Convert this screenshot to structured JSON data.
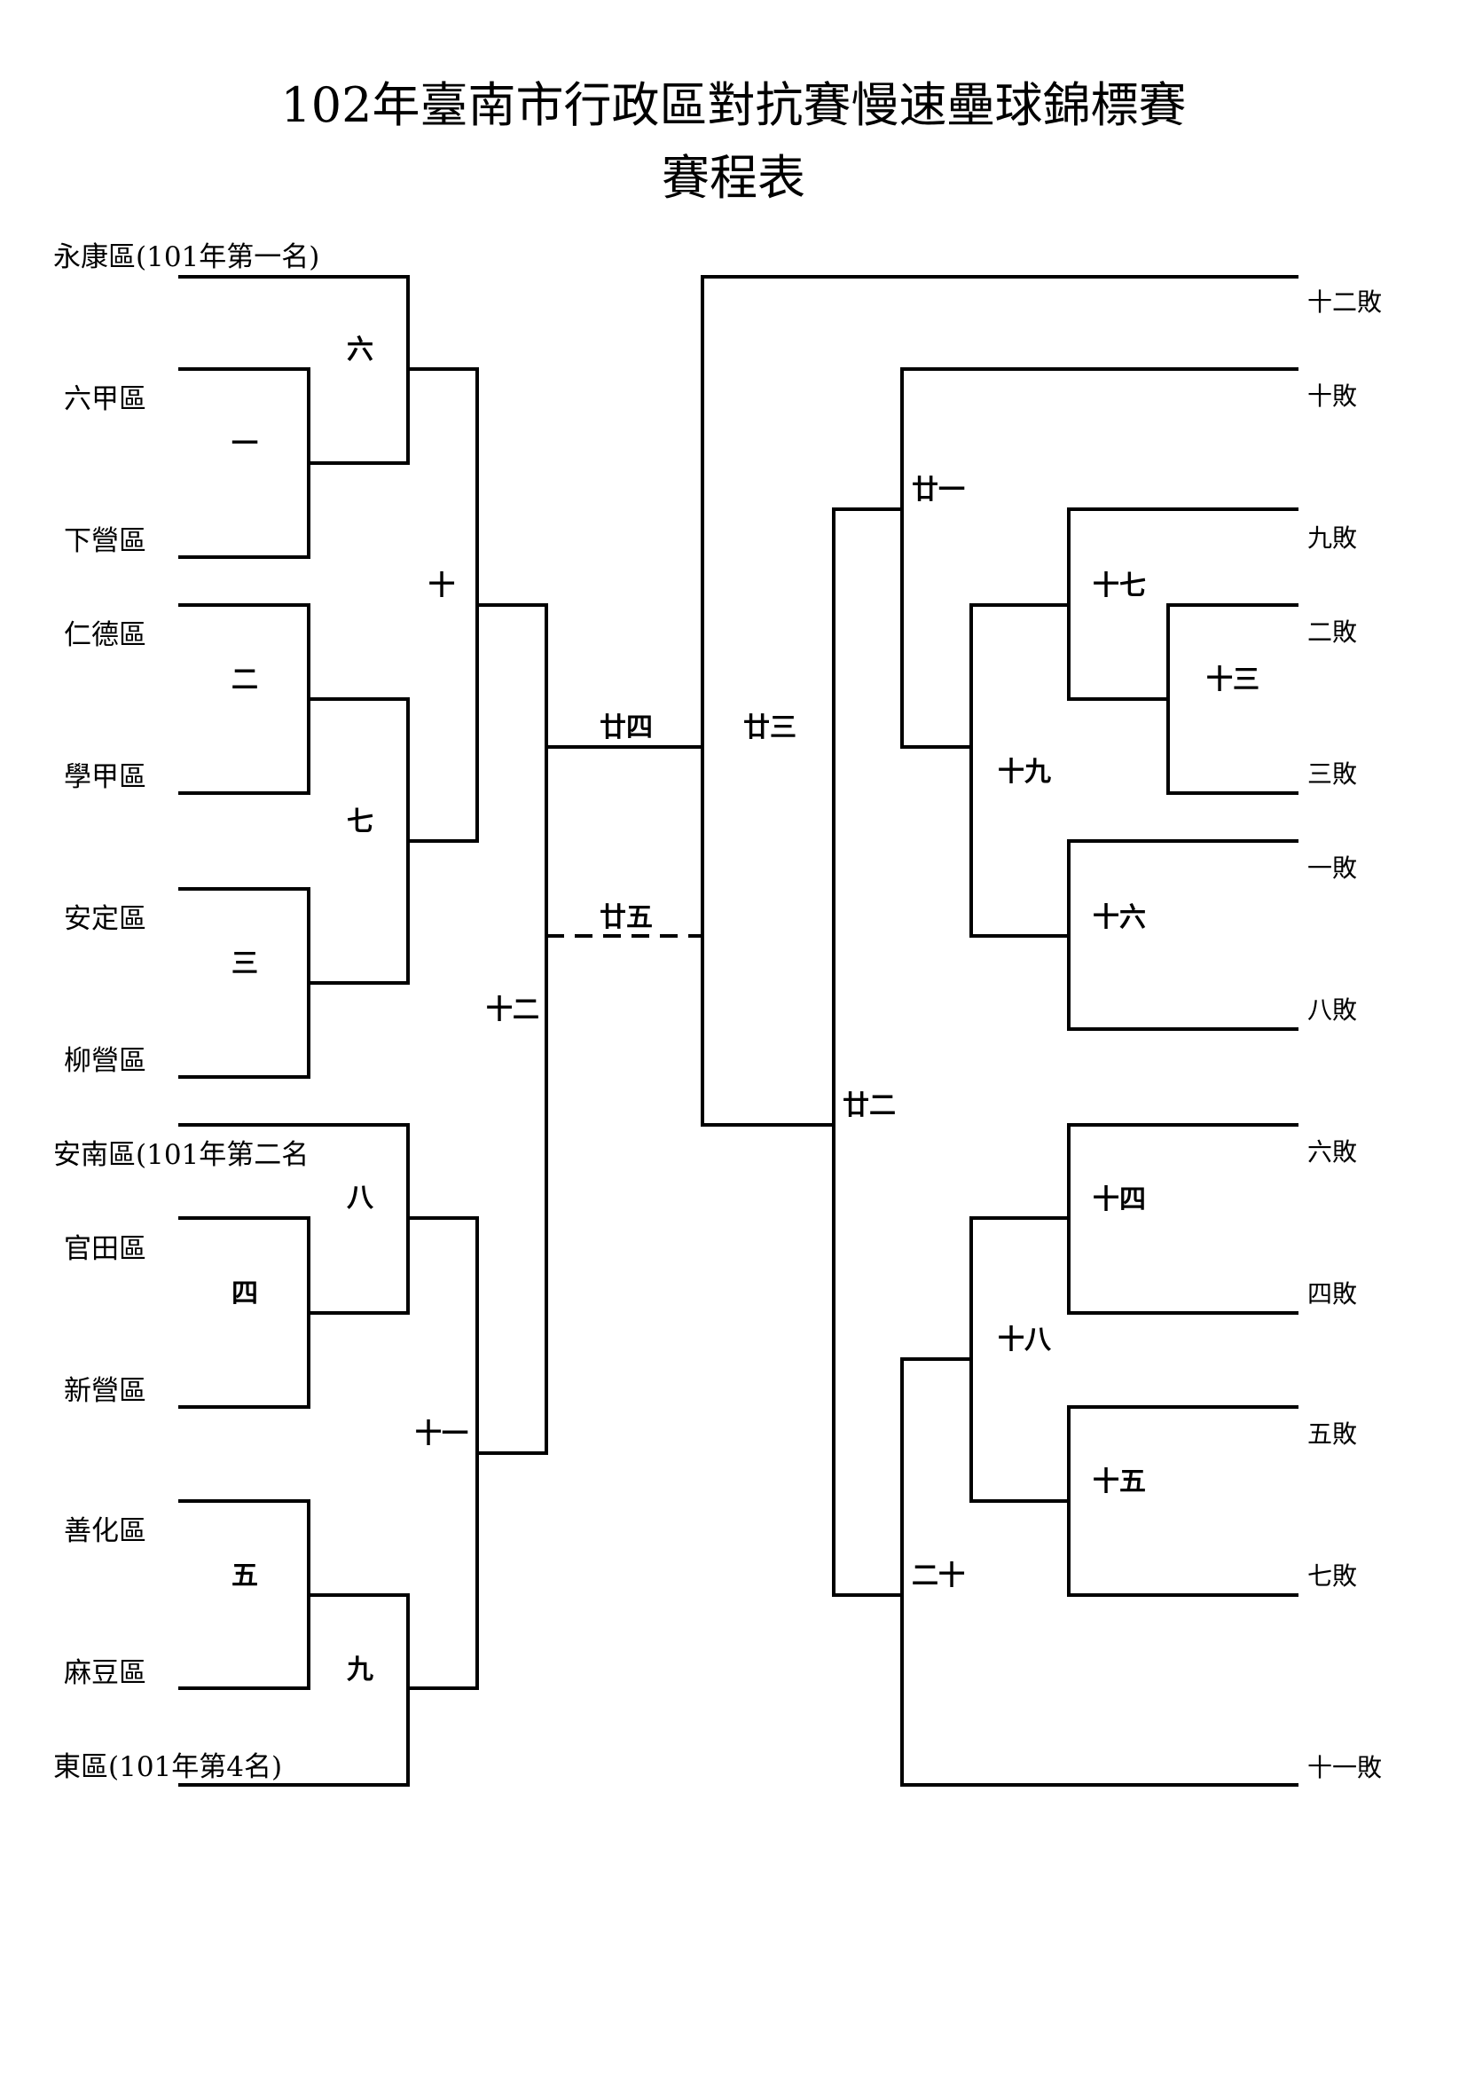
{
  "title": {
    "line1": "102年臺南市行政區對抗賽慢速壘球錦標賽",
    "line2": "賽程表"
  },
  "teams": [
    "永康區(101年第一名)",
    "六甲區",
    "下營區",
    "仁德區",
    "學甲區",
    "安定區",
    "柳營區",
    "安南區(101年第二名",
    "官田區",
    "新營區",
    "善化區",
    "麻豆區",
    "東區(101年第4名)"
  ],
  "matches": {
    "m1": "一",
    "m2": "二",
    "m3": "三",
    "m4": "四",
    "m5": "五",
    "m6": "六",
    "m7": "七",
    "m8": "八",
    "m9": "九",
    "m10": "十",
    "m11": "十一",
    "m12": "十二",
    "m13": "十三",
    "m14": "十四",
    "m15": "十五",
    "m16": "十六",
    "m17": "十七",
    "m18": "十八",
    "m19": "十九",
    "m20": "二十",
    "m21": "廿一",
    "m22": "廿二",
    "m23": "廿三",
    "m24": "廿四",
    "m25": "廿五"
  },
  "losers": [
    "十二敗",
    "十敗",
    "九敗",
    "二敗",
    "三敗",
    "一敗",
    "八敗",
    "六敗",
    "四敗",
    "五敗",
    "七敗",
    "十一敗"
  ]
}
